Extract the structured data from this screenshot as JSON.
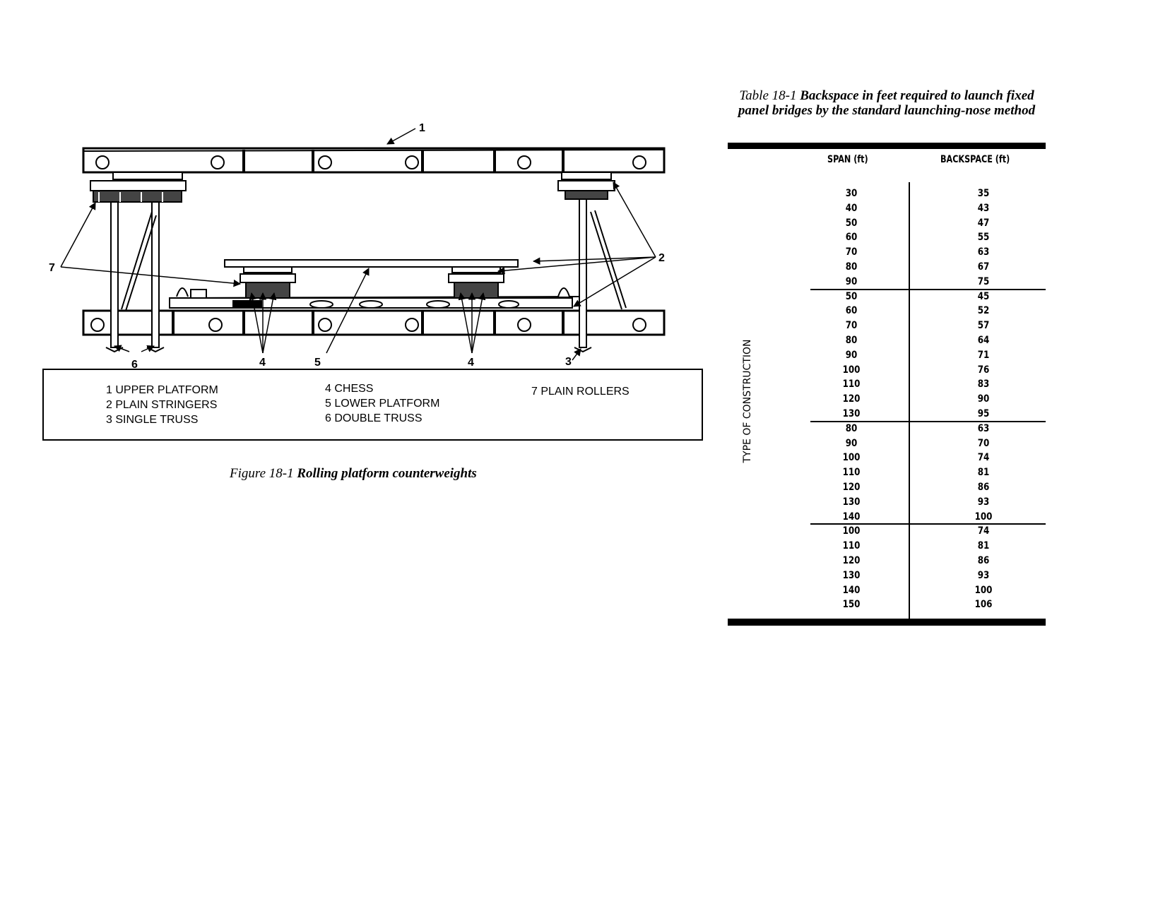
{
  "figure": {
    "callouts": [
      "1",
      "2",
      "3",
      "4",
      "4",
      "5",
      "6",
      "7"
    ],
    "legend": {
      "col1": [
        "1 UPPER PLATFORM",
        "2 PLAIN STRINGERS",
        "3 SINGLE TRUSS"
      ],
      "col2": [
        "4 CHESS",
        "5 LOWER PLATFORM",
        "6 DOUBLE TRUSS"
      ],
      "col3": [
        "7 PLAIN ROLLERS"
      ]
    },
    "caption_label": "Figure 18-1",
    "caption_title": "Rolling platform counterweights"
  },
  "table": {
    "title_label": "Table 18-1",
    "title_text": "Backspace in feet required to launch fixed panel bridges by the standard launching-nose method",
    "side_label": "TYPE OF CONSTRUCTION",
    "col_span": "SPAN (ft)",
    "col_backspace": "BACKSPACE (ft)",
    "groups": [
      [
        [
          "30",
          "35"
        ],
        [
          "40",
          "43"
        ],
        [
          "50",
          "47"
        ],
        [
          "60",
          "55"
        ],
        [
          "70",
          "63"
        ],
        [
          "80",
          "67"
        ],
        [
          "90",
          "75"
        ]
      ],
      [
        [
          "50",
          "45"
        ],
        [
          "60",
          "52"
        ],
        [
          "70",
          "57"
        ],
        [
          "80",
          "64"
        ],
        [
          "90",
          "71"
        ],
        [
          "100",
          "76"
        ],
        [
          "110",
          "83"
        ],
        [
          "120",
          "90"
        ],
        [
          "130",
          "95"
        ]
      ],
      [
        [
          "80",
          "63"
        ],
        [
          "90",
          "70"
        ],
        [
          "100",
          "74"
        ],
        [
          "110",
          "81"
        ],
        [
          "120",
          "86"
        ],
        [
          "130",
          "93"
        ],
        [
          "140",
          "100"
        ]
      ],
      [
        [
          "100",
          "74"
        ],
        [
          "110",
          "81"
        ],
        [
          "120",
          "86"
        ],
        [
          "130",
          "93"
        ],
        [
          "140",
          "100"
        ],
        [
          "150",
          "106"
        ]
      ]
    ]
  }
}
